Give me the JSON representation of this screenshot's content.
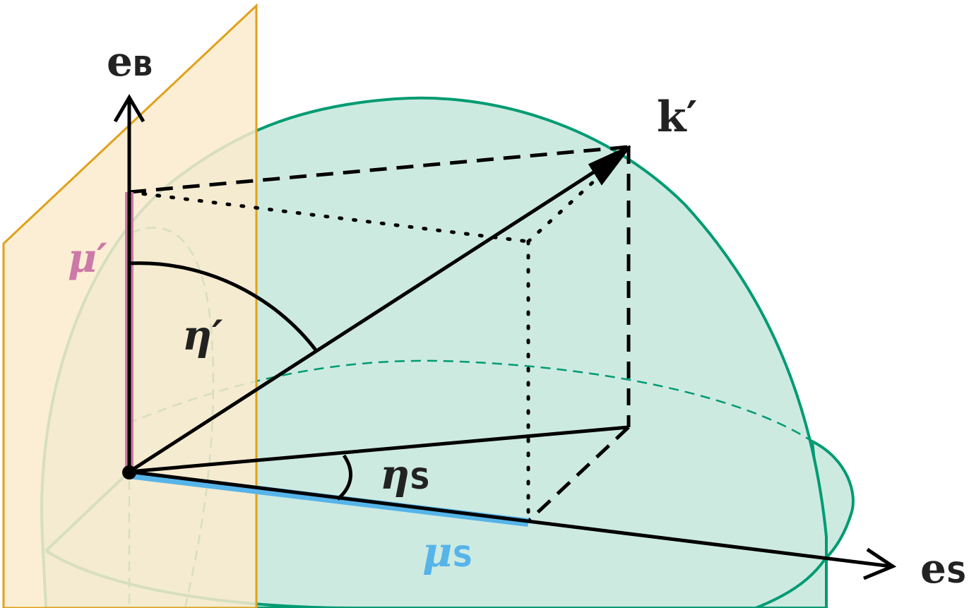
{
  "labels": {
    "e_b": {
      "main": "e",
      "sub": "B"
    },
    "k_prime": {
      "main": "k′"
    },
    "mu_prime": {
      "main": "μ′"
    },
    "eta_prime": {
      "main": "η′"
    },
    "eta_s": {
      "main": "η",
      "sub": "S"
    },
    "mu_s": {
      "main": "μ",
      "sub": "S"
    },
    "e_s": {
      "main": "e",
      "sub": "S"
    }
  },
  "colors": {
    "sphere_fill": "#cdeae1",
    "sphere_stroke": "#009b72",
    "plane_fill": "#fbebcd",
    "plane_stroke": "#e0a11b",
    "mu_prime": "#cc79a7",
    "mu_s": "#56b4e9",
    "ink": "#000000"
  }
}
